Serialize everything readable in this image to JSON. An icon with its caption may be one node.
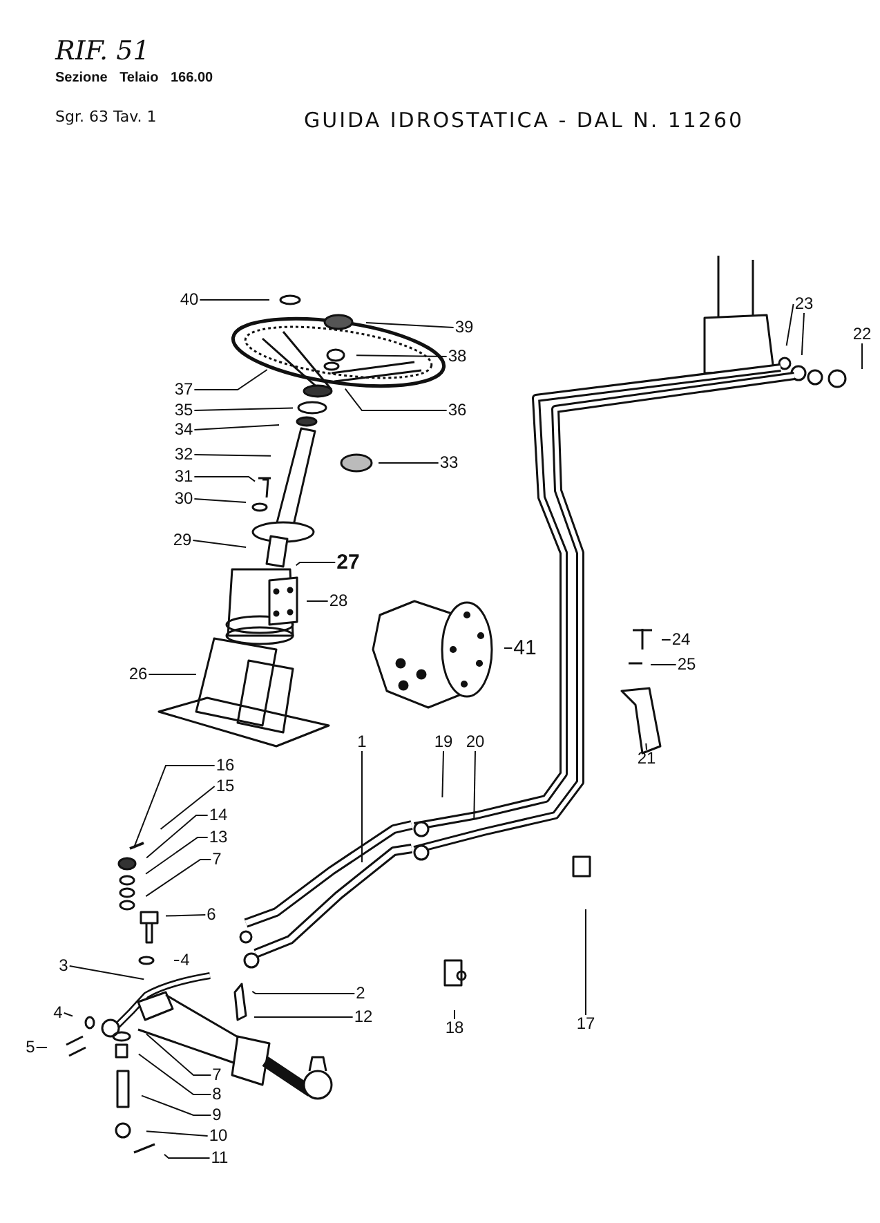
{
  "diagram": {
    "title": "GUIDA IDROSTATICA - DAL N. 11260",
    "nodes": [
      {
        "text": [
          "40"
        ]
      },
      {
        "text": [
          "39"
        ]
      },
      {
        "text": [
          "38"
        ]
      },
      {
        "text": [
          "37"
        ]
      },
      {
        "text": [
          "35"
        ]
      },
      {
        "text": [
          "36"
        ]
      },
      {
        "text": [
          "34"
        ]
      },
      {
        "text": [
          "32"
        ]
      },
      {
        "text": [
          "33"
        ]
      },
      {
        "text": [
          "31"
        ]
      },
      {
        "text": [
          "30"
        ]
      },
      {
        "text": [
          "29"
        ]
      },
      {
        "text": [
          "27"
        ]
      },
      {
        "text": [
          "28"
        ]
      },
      {
        "text": [
          "41"
        ]
      },
      {
        "text": [
          "26"
        ]
      },
      {
        "text": [
          "23"
        ]
      },
      {
        "text": [
          "22"
        ]
      },
      {
        "text": [
          "24"
        ]
      },
      {
        "text": [
          "25"
        ]
      },
      {
        "text": [
          "21"
        ]
      },
      {
        "text": [
          "1"
        ]
      },
      {
        "text": [
          "19"
        ]
      },
      {
        "text": [
          "20"
        ]
      },
      {
        "text": [
          "16"
        ]
      },
      {
        "text": [
          "15"
        ]
      },
      {
        "text": [
          "14"
        ]
      },
      {
        "text": [
          "13"
        ]
      },
      {
        "text": [
          "7"
        ]
      },
      {
        "text": [
          "6"
        ]
      },
      {
        "text": [
          "4"
        ]
      },
      {
        "text": [
          "3"
        ]
      },
      {
        "text": [
          "2"
        ]
      },
      {
        "text": [
          "12"
        ]
      },
      {
        "text": [
          "4"
        ]
      },
      {
        "text": [
          "5"
        ]
      },
      {
        "text": [
          "18"
        ]
      },
      {
        "text": [
          "17"
        ]
      },
      {
        "text": [
          "7"
        ]
      },
      {
        "text": [
          "8"
        ]
      },
      {
        "text": [
          "9"
        ]
      },
      {
        "text": [
          "10"
        ]
      },
      {
        "text": [
          "11"
        ]
      }
    ],
    "edges": [
      {
        "from": 0,
        "to": null,
        "arrow": "none"
      },
      {
        "from": 1,
        "to": null,
        "arrow": "none"
      },
      {
        "from": 2,
        "to": null,
        "arrow": "none"
      },
      {
        "from": 3,
        "to": null,
        "arrow": "none"
      },
      {
        "from": 4,
        "to": null,
        "arrow": "none"
      },
      {
        "from": 5,
        "to": null,
        "arrow": "none"
      },
      {
        "from": 6,
        "to": null,
        "arrow": "none"
      },
      {
        "from": 7,
        "to": null,
        "arrow": "none"
      },
      {
        "from": 8,
        "to": null,
        "arrow": "none"
      },
      {
        "from": 9,
        "to": null,
        "arrow": "none"
      },
      {
        "from": 10,
        "to": null,
        "arrow": "none"
      },
      {
        "from": 11,
        "to": null,
        "arrow": "none"
      },
      {
        "from": 12,
        "to": null,
        "arrow": "none"
      },
      {
        "from": 13,
        "to": null,
        "arrow": "none"
      },
      {
        "from": 14,
        "to": null,
        "arrow": "none"
      },
      {
        "from": 15,
        "to": null,
        "arrow": "none"
      },
      {
        "from": 16,
        "to": null,
        "arrow": "none"
      },
      {
        "from": 16,
        "to": null,
        "arrow": "none"
      },
      {
        "from": 17,
        "to": null,
        "arrow": "none"
      },
      {
        "from": 18,
        "to": null,
        "arrow": "none"
      },
      {
        "from": 19,
        "to": null,
        "arrow": "none"
      },
      {
        "from": 20,
        "to": null,
        "arrow": "none"
      },
      {
        "from": 21,
        "to": null,
        "arrow": "none"
      },
      {
        "from": 22,
        "to": null,
        "arrow": "none"
      },
      {
        "from": 23,
        "to": null,
        "arrow": "none"
      },
      {
        "from": 24,
        "to": null,
        "arrow": "none"
      },
      {
        "from": 25,
        "to": null,
        "arrow": "none"
      },
      {
        "from": 26,
        "to": null,
        "arrow": "none"
      },
      {
        "from": 27,
        "to": null,
        "arrow": "none"
      },
      {
        "from": 28,
        "to": null,
        "arrow": "none"
      },
      {
        "from": 29,
        "to": null,
        "arrow": "none"
      },
      {
        "from": 30,
        "to": null,
        "arrow": "none"
      },
      {
        "from": 31,
        "to": null,
        "arrow": "none"
      },
      {
        "from": 32,
        "to": null,
        "arrow": "none"
      },
      {
        "from": 33,
        "to": null,
        "arrow": "none"
      },
      {
        "from": 34,
        "to": null,
        "arrow": "none"
      },
      {
        "from": 35,
        "to": null,
        "arrow": "none"
      },
      {
        "from": 36,
        "to": null,
        "arrow": "none"
      },
      {
        "from": 37,
        "to": null,
        "arrow": "none"
      },
      {
        "from": 38,
        "to": null,
        "arrow": "none"
      },
      {
        "from": 39,
        "to": null,
        "arrow": "none"
      },
      {
        "from": 40,
        "to": null,
        "arrow": "none"
      },
      {
        "from": 41,
        "to": null,
        "arrow": "none"
      },
      {
        "from": 42,
        "to": null,
        "arrow": "none"
      }
    ],
    "labels": [
      "RIF. 51",
      "Sezione Telaio 166.00",
      "Sgr. 63 Tav. 1"
    ]
  }
}
